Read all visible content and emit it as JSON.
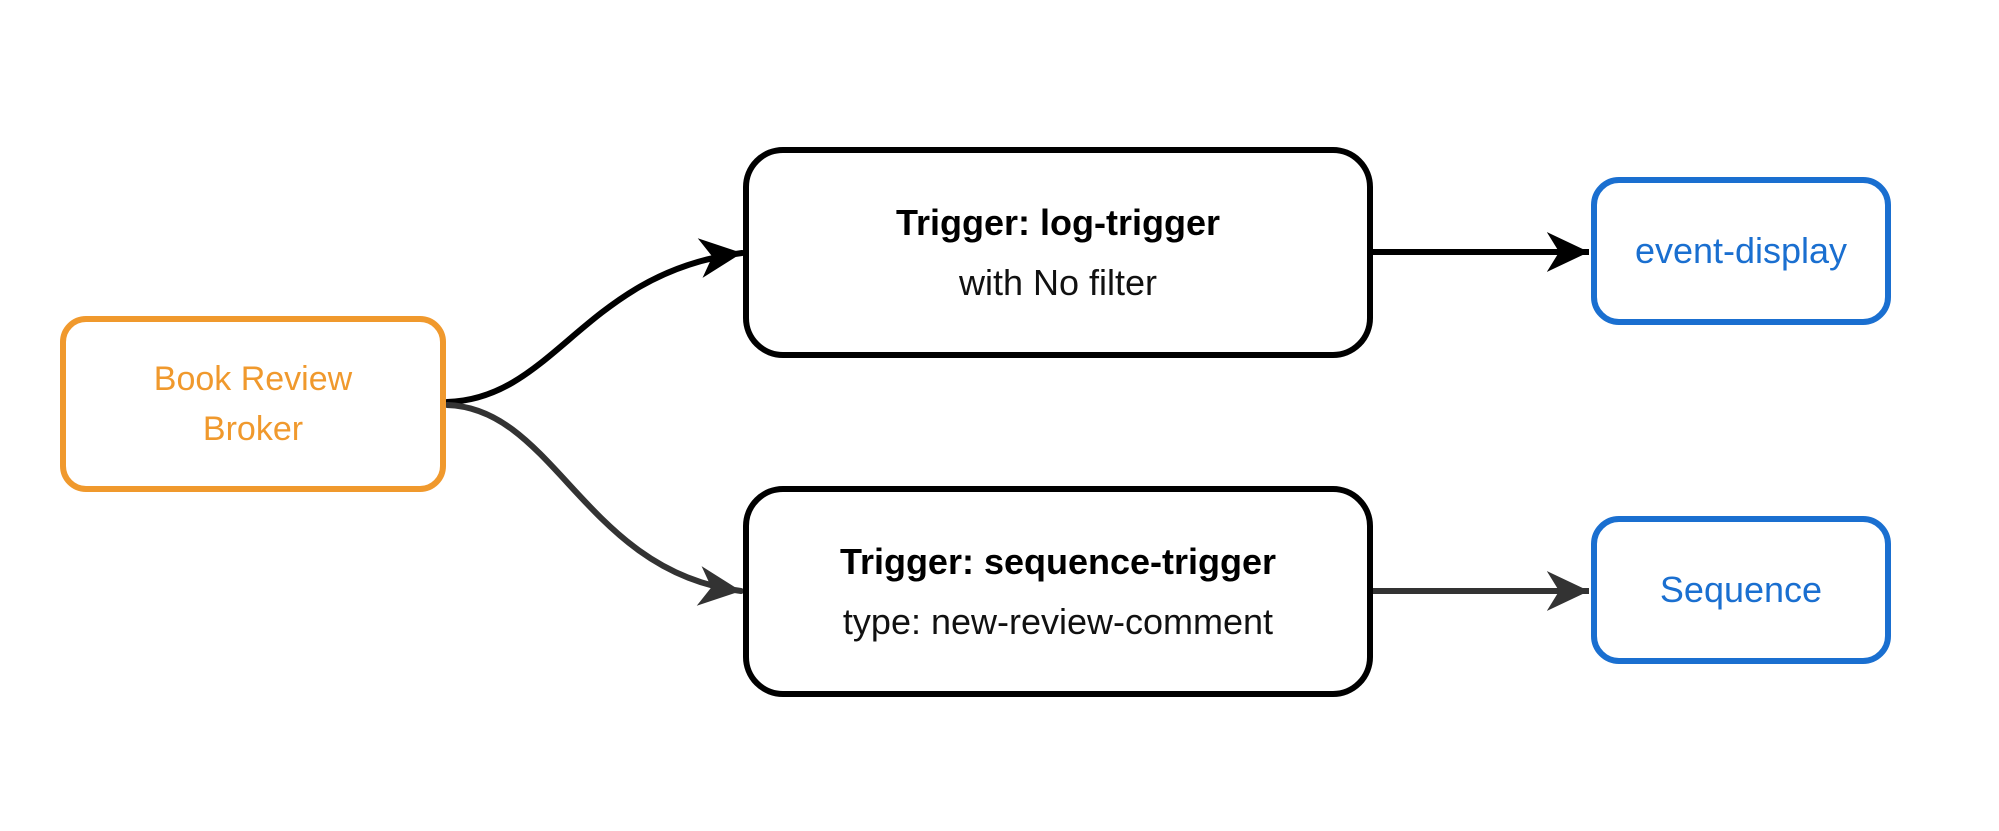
{
  "diagram": {
    "type": "event-flow",
    "background": "#FFFFFF",
    "nodes": {
      "broker": {
        "label": "Book Review Broker",
        "line1": "Book Review",
        "line2": "Broker",
        "accent": "#F0992D"
      },
      "log_trigger": {
        "title": "Trigger: log-trigger",
        "subtitle": "with No filter",
        "border": "#000000"
      },
      "sequence_trigger": {
        "title": "Trigger: sequence-trigger",
        "subtitle": "type: new-review-comment",
        "border": "#000000"
      },
      "event_display": {
        "label": "event-display",
        "accent": "#1A6FD0"
      },
      "sequence": {
        "label": "Sequence",
        "accent": "#1A6FD0"
      }
    },
    "edges": [
      {
        "from": "broker",
        "to": "log_trigger",
        "style": "curved",
        "color": "#000000"
      },
      {
        "from": "broker",
        "to": "sequence_trigger",
        "style": "curved",
        "color": "#333333"
      },
      {
        "from": "log_trigger",
        "to": "event_display",
        "style": "straight",
        "color": "#000000"
      },
      {
        "from": "sequence_trigger",
        "to": "sequence",
        "style": "straight",
        "color": "#333333"
      }
    ],
    "colors": {
      "edge_black": "#000000",
      "edge_gray": "#333333",
      "broker_accent": "#F0992D",
      "sink_accent": "#1A6FD0",
      "trigger_border": "#000000",
      "background": "#FFFFFF"
    }
  }
}
